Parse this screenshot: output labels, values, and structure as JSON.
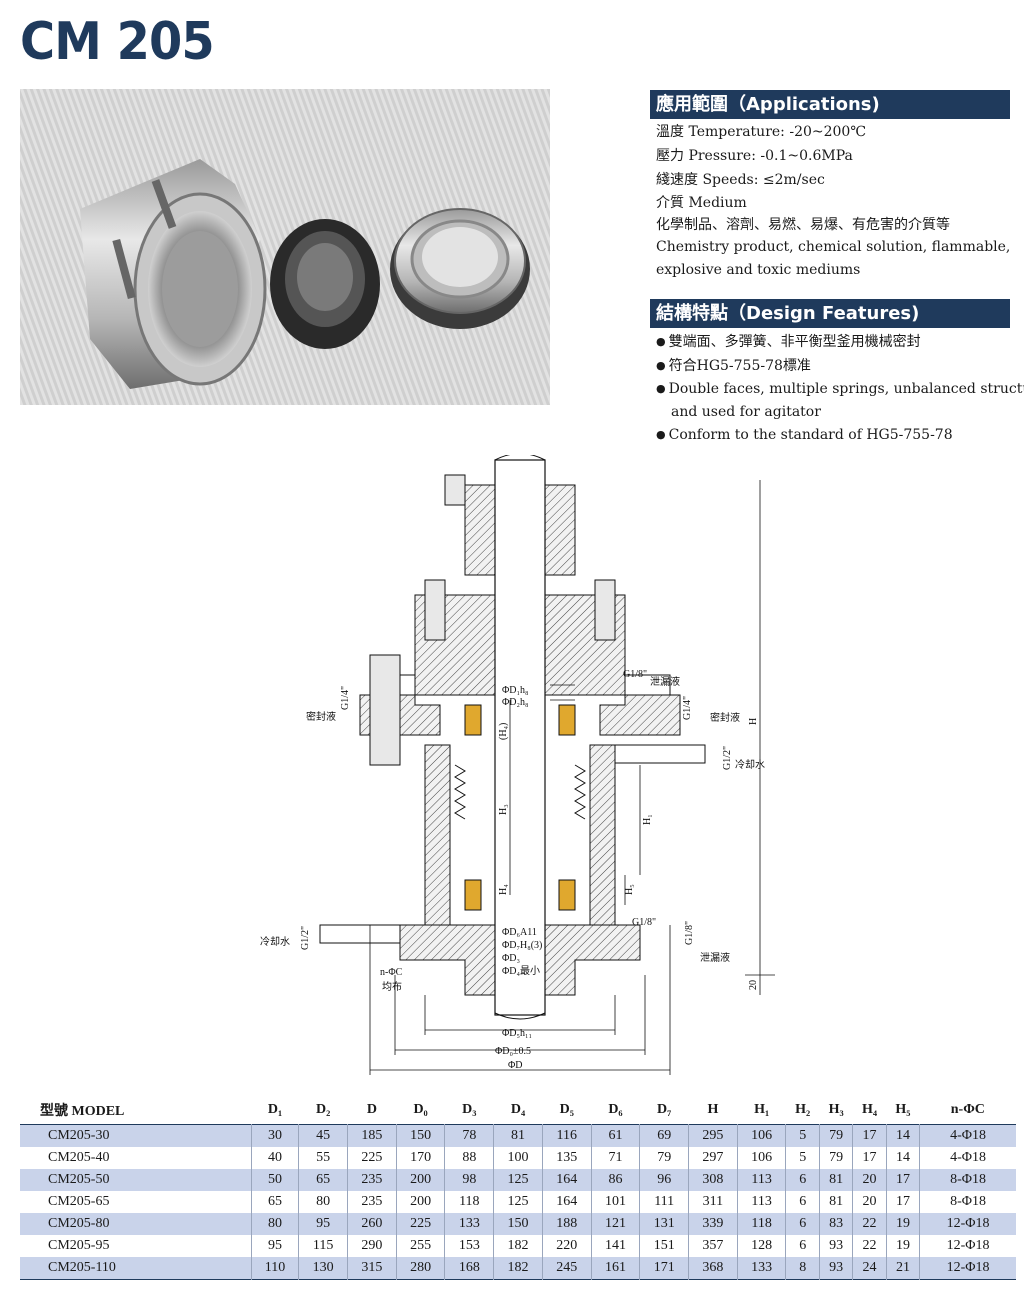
{
  "title": "CM 205",
  "applications": {
    "heading": "應用範圍（Applications)",
    "lines": [
      "溫度 Temperature: -20~200℃",
      "壓力 Pressure: -0.1~0.6MPa",
      "綫速度 Speeds: ≤2m/sec",
      "介質 Medium",
      "化學制品、溶劑、易燃、易爆、有危害的介質等",
      "Chemistry product, chemical solution, flammable,",
      "explosive and toxic mediums"
    ]
  },
  "features": {
    "heading": "結構特點（Design Features)",
    "items": [
      "雙端面、多彈簧、非平衡型釜用機械密封",
      "符合HG5-755-78標准",
      "Double faces, multiple springs, unbalanced structure",
      "Conform to the standard of HG5-755-78"
    ],
    "item3_cont": "and used for agitator"
  },
  "drawing_labels": {
    "g18_top": "G1/8\"",
    "leak_top": "泄漏液",
    "seal_left": "密封液",
    "g14_left": "G1/4\"",
    "seal_right": "密封液",
    "g14_right": "G1/4\"",
    "cool_right": "冷却水",
    "g12_right": "G1/2\"",
    "cool_left": "冷却水",
    "g12_left": "G1/2\"",
    "g18_bottom": "G1/8\"",
    "g18_bottom_v": "G1/8\"",
    "leak_bottom": "泄漏液",
    "nphic": "n-ΦC",
    "even": "均布",
    "d1": "ΦD₁h₈",
    "d2": "ΦD₂h₈",
    "h4a": "(H₄)",
    "h3": "H₃",
    "h4b": "H₄",
    "h1": "H₁",
    "h5": "H₅",
    "h": "H",
    "d6": "ΦD₆A11",
    "d7": "ΦD₇H₈(3)",
    "d3": "ΦD₃",
    "d4": "ΦD₄最小",
    "d5": "ΦD₅h₁₁",
    "d0": "ΦD₀±0.5",
    "d": "ΦD",
    "v20": "20"
  },
  "table": {
    "headers": [
      "型號 MODEL",
      "D₁",
      "D₂",
      "D",
      "D₀",
      "D₃",
      "D₄",
      "D₅",
      "D₆",
      "D₇",
      "H",
      "H₁",
      "H₂",
      "H₃",
      "H₄",
      "H₅",
      "n-ΦC"
    ],
    "rows": [
      [
        "CM205-30",
        "30",
        "45",
        "185",
        "150",
        "78",
        "81",
        "116",
        "61",
        "69",
        "295",
        "106",
        "5",
        "79",
        "17",
        "14",
        "4-Φ18"
      ],
      [
        "CM205-40",
        "40",
        "55",
        "225",
        "170",
        "88",
        "100",
        "135",
        "71",
        "79",
        "297",
        "106",
        "5",
        "79",
        "17",
        "14",
        "4-Φ18"
      ],
      [
        "CM205-50",
        "50",
        "65",
        "235",
        "200",
        "98",
        "125",
        "164",
        "86",
        "96",
        "308",
        "113",
        "6",
        "81",
        "20",
        "17",
        "8-Φ18"
      ],
      [
        "CM205-65",
        "65",
        "80",
        "235",
        "200",
        "118",
        "125",
        "164",
        "101",
        "111",
        "311",
        "113",
        "6",
        "81",
        "20",
        "17",
        "8-Φ18"
      ],
      [
        "CM205-80",
        "80",
        "95",
        "260",
        "225",
        "133",
        "150",
        "188",
        "121",
        "131",
        "339",
        "118",
        "6",
        "83",
        "22",
        "19",
        "12-Φ18"
      ],
      [
        "CM205-95",
        "95",
        "115",
        "290",
        "255",
        "153",
        "182",
        "220",
        "141",
        "151",
        "357",
        "128",
        "6",
        "93",
        "22",
        "19",
        "12-Φ18"
      ],
      [
        "CM205-110",
        "110",
        "130",
        "315",
        "280",
        "168",
        "182",
        "245",
        "161",
        "171",
        "368",
        "133",
        "8",
        "93",
        "24",
        "21",
        "12-Φ18"
      ]
    ]
  }
}
